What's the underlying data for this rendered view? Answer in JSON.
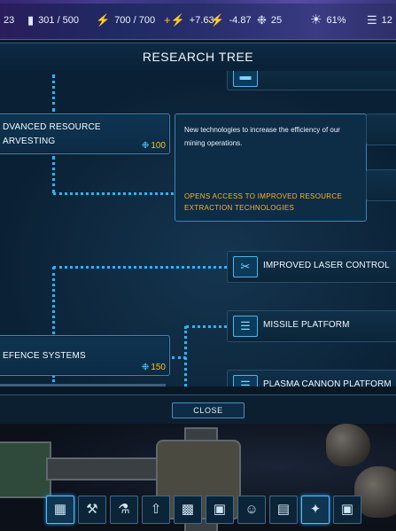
{
  "resources": [
    {
      "icon": "crew-icon",
      "value": "23"
    },
    {
      "icon": "hydrogen-icon",
      "value": "301 / 500"
    },
    {
      "icon": "energy-icon",
      "value": "700 / 700"
    },
    {
      "icon": "energy-income-icon",
      "value": "+7.63"
    },
    {
      "icon": "energy-drain-icon",
      "value": "-4.87"
    },
    {
      "icon": "research-icon",
      "value": "25"
    },
    {
      "icon": "light-icon",
      "value": "61%"
    },
    {
      "icon": "credits-icon",
      "value": "12"
    }
  ],
  "title": "RESEARCH TREE",
  "selected_node": {
    "name": "DVANCED RESOURCE ARVESTING",
    "line1": "DVANCED RESOURCE",
    "line2": "ARVESTING",
    "cost": "100"
  },
  "info": {
    "description": "New technologies to increase the efficiency of our mining operations.",
    "opens": "OPENS ACCESS TO IMPROVED RESOURCE EXTRACTION TECHNOLOGIES"
  },
  "defence_node": {
    "name": "EFENCE SYSTEMS",
    "cost": "150"
  },
  "tech_nodes": [
    {
      "icon": "laser-icon",
      "label": "IMPROVED LASER CONTROL"
    },
    {
      "icon": "missile-icon",
      "label": "MISSILE PLATFORM"
    },
    {
      "icon": "plasma-icon",
      "label": "PLASMA CANNON PLATFORM"
    }
  ],
  "close_label": "CLOSE",
  "dock": [
    {
      "icon": "grid-icon"
    },
    {
      "icon": "tools-icon"
    },
    {
      "icon": "flask-icon"
    },
    {
      "icon": "rocket-icon"
    },
    {
      "icon": "stats-icon"
    },
    {
      "icon": "cargo-icon"
    },
    {
      "icon": "people-icon"
    },
    {
      "icon": "log-icon"
    },
    {
      "icon": "defense-icon"
    },
    {
      "icon": "camera-icon"
    }
  ],
  "colors": {
    "accent": "#27b6ff",
    "cost": "#ffc21a",
    "opens": "#ffb41a"
  }
}
